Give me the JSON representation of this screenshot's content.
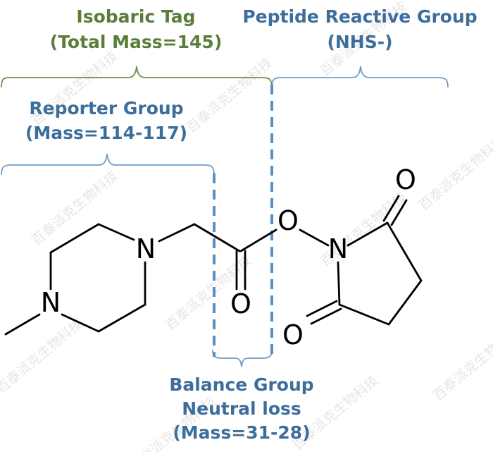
{
  "labels": {
    "isobaric_tag_title": "Isobaric Tag",
    "isobaric_tag_mass": "(Total Mass=145)",
    "peptide_reactive_title": "Peptide Reactive Group",
    "peptide_reactive_sub": "(NHS-)",
    "reporter_title": "Reporter Group",
    "reporter_mass": "(Mass=114-117)",
    "balance_title": "Balance Group",
    "balance_sub": "Neutral loss",
    "balance_mass": "(Mass=31-28)"
  },
  "atoms": {
    "n_piperazine_top": "N",
    "n_piperazine_bottom": "N",
    "o_ester": "O",
    "o_carbonyl": "O",
    "n_imide": "N",
    "o_imide_top": "O",
    "o_imide_bottom": "O"
  },
  "watermark_text": "百泰派克生物科技",
  "colors": {
    "isobaric_green": "#5a7d3a",
    "blue_label": "#3c6e9c",
    "bracket_green": "#6b8c4a",
    "bracket_blue": "#6f9bc4",
    "dashed_line": "#5b8fc0",
    "bond": "#000000"
  }
}
